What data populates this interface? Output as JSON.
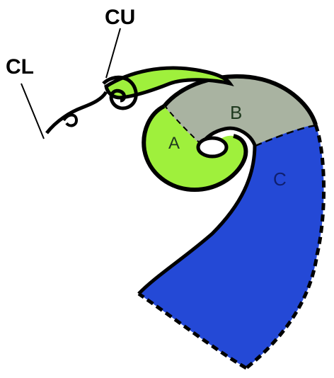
{
  "labels": {
    "cl": "CL",
    "cu": "CU",
    "a": "A",
    "b": "B",
    "c": "C"
  },
  "colors": {
    "region_a": "#9ff03c",
    "region_b": "#a9b3a1",
    "region_c": "#2449d6",
    "curl": "#9ff03c",
    "outline": "#000000",
    "label_text": "#1f3a1f",
    "label_c": "#0f1f6e",
    "background": "#ffffff"
  }
}
